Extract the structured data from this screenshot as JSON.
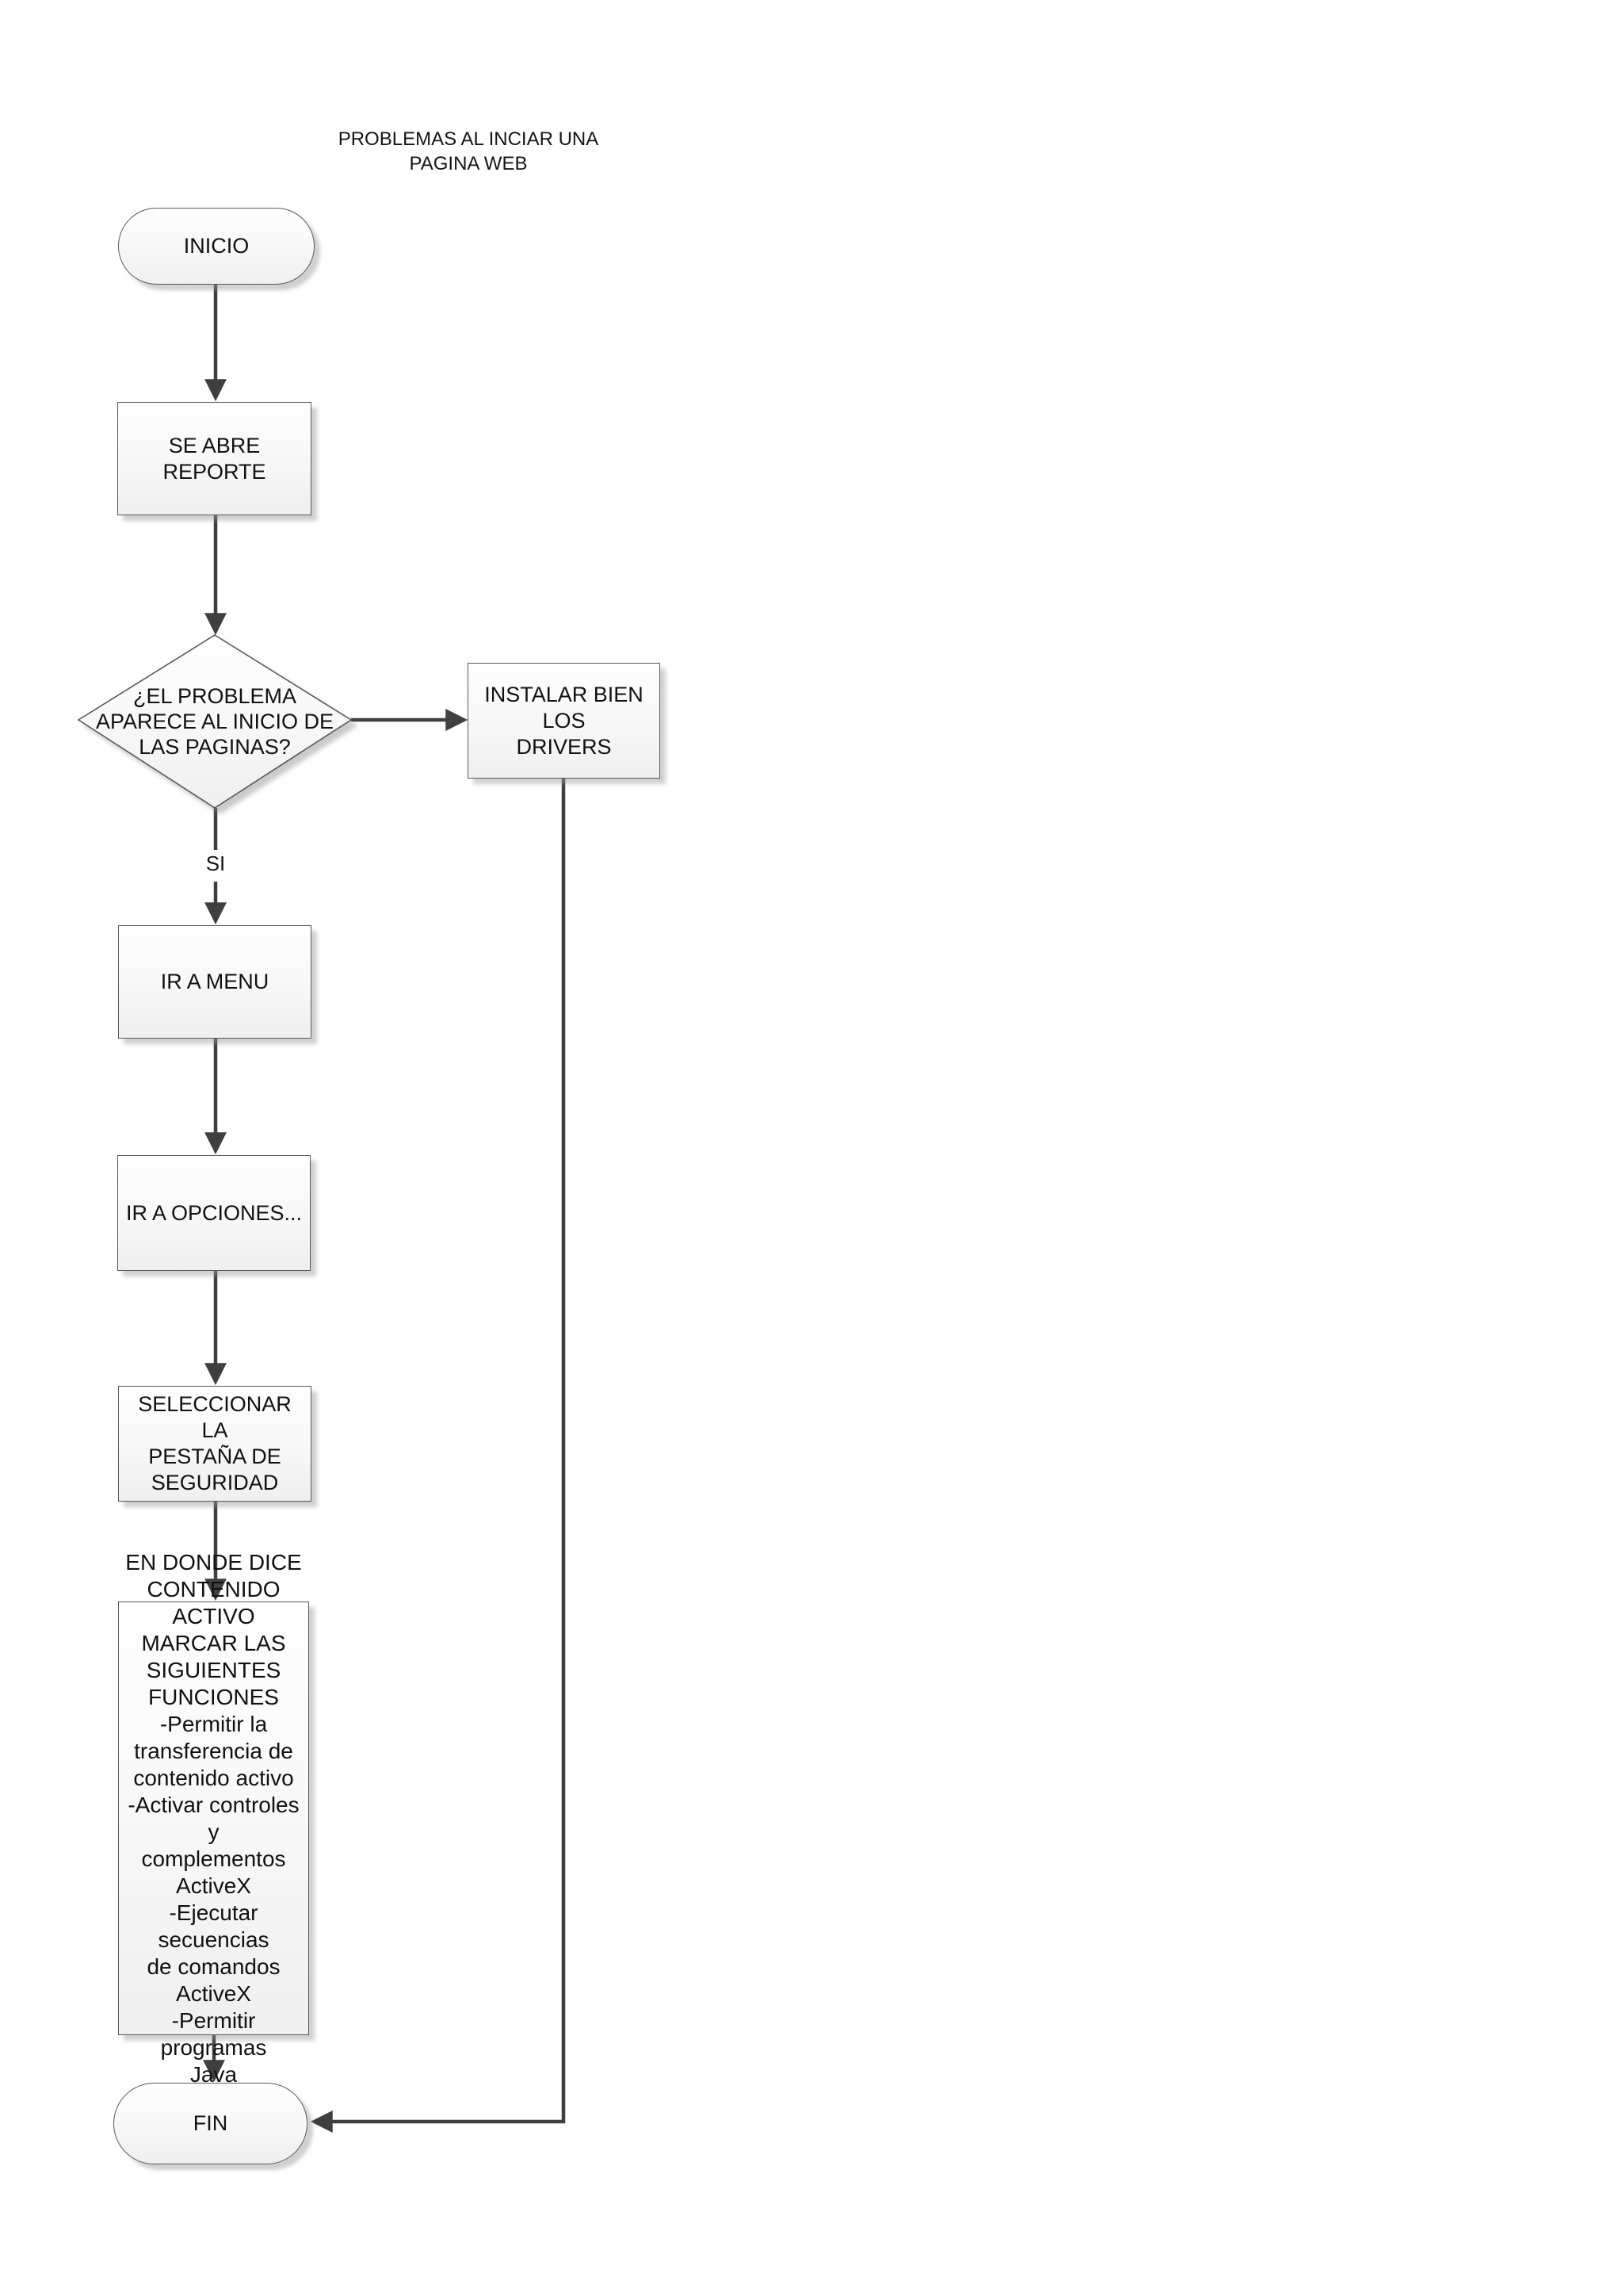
{
  "title": "PROBLEMAS AL INCIAR UNA\nPAGINA WEB",
  "branch": {
    "si_label": "SI"
  },
  "nodes": {
    "inicio": {
      "type": "terminator",
      "label": "INICIO"
    },
    "se_abre_reporte": {
      "type": "process",
      "label": "SE ABRE REPORTE"
    },
    "decision_problema": {
      "type": "decision",
      "label": "¿EL PROBLEMA\nAPARECE AL INICIO DE\nLAS PAGINAS?"
    },
    "instalar_drivers": {
      "type": "process",
      "label": "INSTALAR BIEN LOS\nDRIVERS"
    },
    "ir_a_menu": {
      "type": "process",
      "label": "IR A MENU"
    },
    "ir_a_opciones": {
      "type": "process",
      "label": "IR A OPCIONES..."
    },
    "seleccionar_pestana": {
      "type": "process",
      "label": "SELECCIONAR LA\nPESTAÑA DE\nSEGURIDAD"
    },
    "contenido_activo": {
      "type": "process",
      "label": "EN DONDE DICE\nCONTENIDO ACTIVO\nMARCAR LAS\nSIGUIENTES\nFUNCIONES\n-Permitir la\ntransferencia de\ncontenido activo\n-Activar controles y\ncomplementos\nActiveX\n-Ejecutar secuencias\nde comandos\nActiveX\n-Permitir programas\nJava"
    },
    "fin": {
      "type": "terminator",
      "label": "FIN"
    }
  },
  "colors": {
    "background": "#ffffff",
    "shape_fill_top": "#fefefe",
    "shape_fill_bottom": "#efefef",
    "shape_stroke": "#595959",
    "connector": "#3f3f3f",
    "text": "#111111"
  }
}
